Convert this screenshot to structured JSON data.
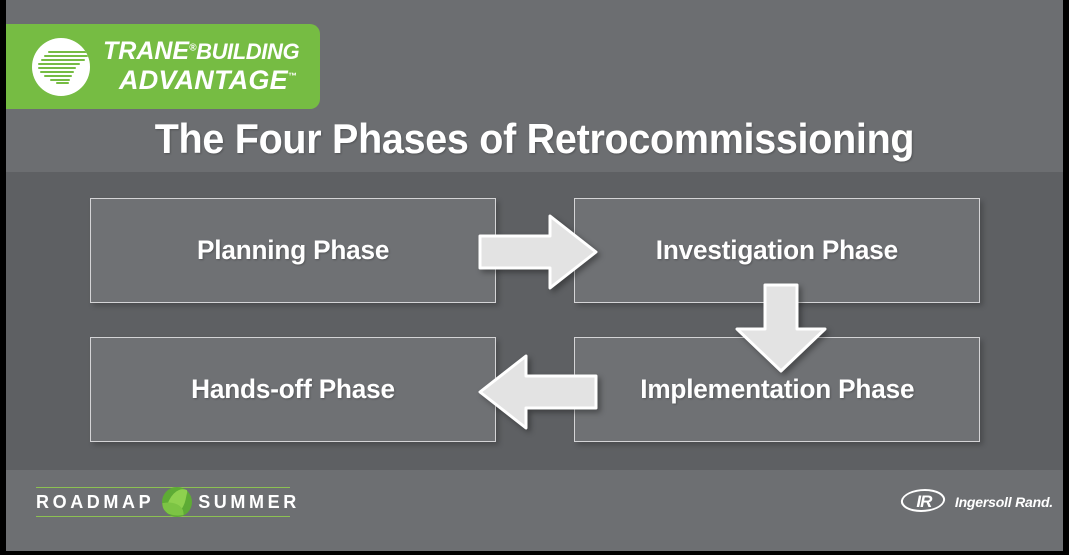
{
  "slide": {
    "title": "The Four Phases of Retrocommissioning",
    "background_color": "#6d6f72",
    "band_middle_color": "#5e6063"
  },
  "brand_logo": {
    "name": "trane-building-advantage-logo",
    "background_color": "#76bc43",
    "line1_primary": "TRANE",
    "line1_registered": "®",
    "line1_secondary": "BUILDING",
    "line2": "ADVANTAGE",
    "line2_trademark": "™",
    "mark": "trane-airflow-circle-icon"
  },
  "diagram": {
    "type": "process-flow",
    "box_fill_color": "#6f7174",
    "box_border_color": "#d4d4d6",
    "arrow_fill_color": "#e3e3e3",
    "arrow_border_color": "#ffffff",
    "boxes": [
      {
        "id": "planning",
        "label": "Planning Phase",
        "row": 1,
        "col": 1
      },
      {
        "id": "investigation",
        "label": "Investigation Phase",
        "row": 1,
        "col": 2
      },
      {
        "id": "handsoff",
        "label": "Hands-off Phase",
        "row": 2,
        "col": 1
      },
      {
        "id": "implementation",
        "label": "Implementation Phase",
        "row": 2,
        "col": 2
      }
    ],
    "arrows": [
      {
        "id": "planning-to-investigation",
        "direction": "right",
        "icon": "arrow-right-icon"
      },
      {
        "id": "investigation-to-implementation",
        "direction": "down",
        "icon": "arrow-down-icon"
      },
      {
        "id": "implementation-to-handsoff",
        "direction": "left",
        "icon": "arrow-left-icon"
      }
    ]
  },
  "footer": {
    "roadmap_logo": {
      "word_left": "ROADMAP",
      "word_right": "SUMMER",
      "leaf_icon": "green-leaf-icon",
      "accent_color": "#8cc152"
    },
    "corporate_logo": {
      "mark_text": "IR",
      "name": "Ingersoll Rand."
    }
  }
}
